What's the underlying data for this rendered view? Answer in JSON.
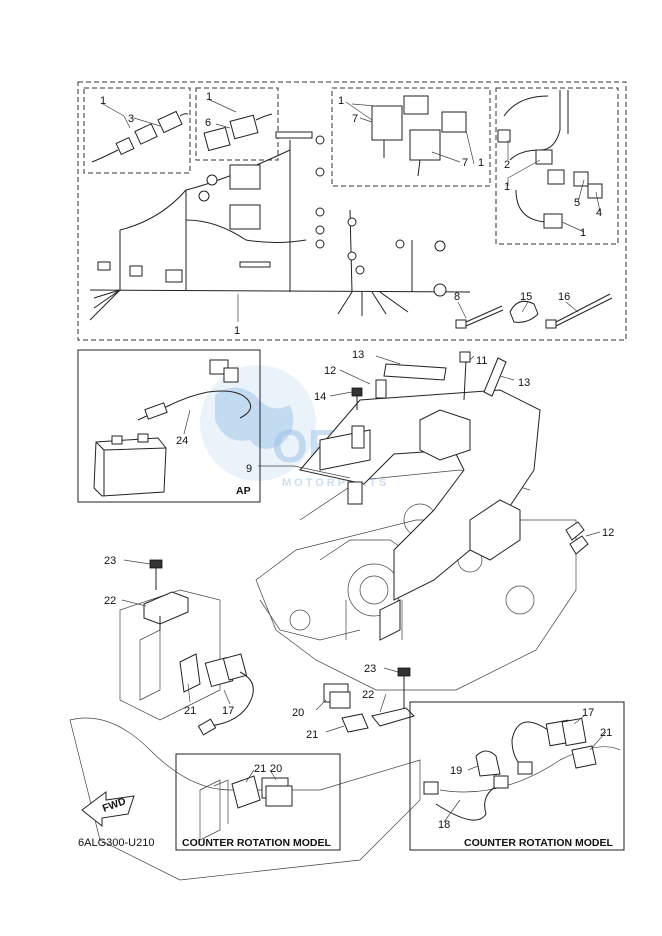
{
  "diagram": {
    "code": "6ALG300-U210",
    "fwd_label": "FWD",
    "ap_label": "AP",
    "counter_rotation_left": "COUNTER ROTATION MODEL",
    "counter_rotation_right": "COUNTER ROTATION MODEL",
    "watermark": {
      "main": "OEM",
      "sub": "MOTORPARTS"
    },
    "callouts": {
      "c1a": "1",
      "c3": "3",
      "c1b": "1",
      "c6": "6",
      "c1c": "1",
      "c7a": "7",
      "c7b": "7",
      "c1d": "1",
      "c2": "2",
      "c1e": "1",
      "c5": "5",
      "c4": "4",
      "c1f": "1",
      "c1main": "1",
      "c8": "8",
      "c15": "15",
      "c16": "16",
      "c24": "24",
      "c13a": "13",
      "c11": "11",
      "c13b": "13",
      "c12a": "12",
      "c14": "14",
      "c9": "9",
      "c12b": "12",
      "c23a": "23",
      "c22a": "22",
      "c21a": "21",
      "c17a": "17",
      "c23b": "23",
      "c22b": "22",
      "c20a": "20",
      "c21b": "21",
      "c21c": "21",
      "c20b": "20",
      "c17b": "17",
      "c21d": "21",
      "c19": "19",
      "c18": "18"
    }
  }
}
